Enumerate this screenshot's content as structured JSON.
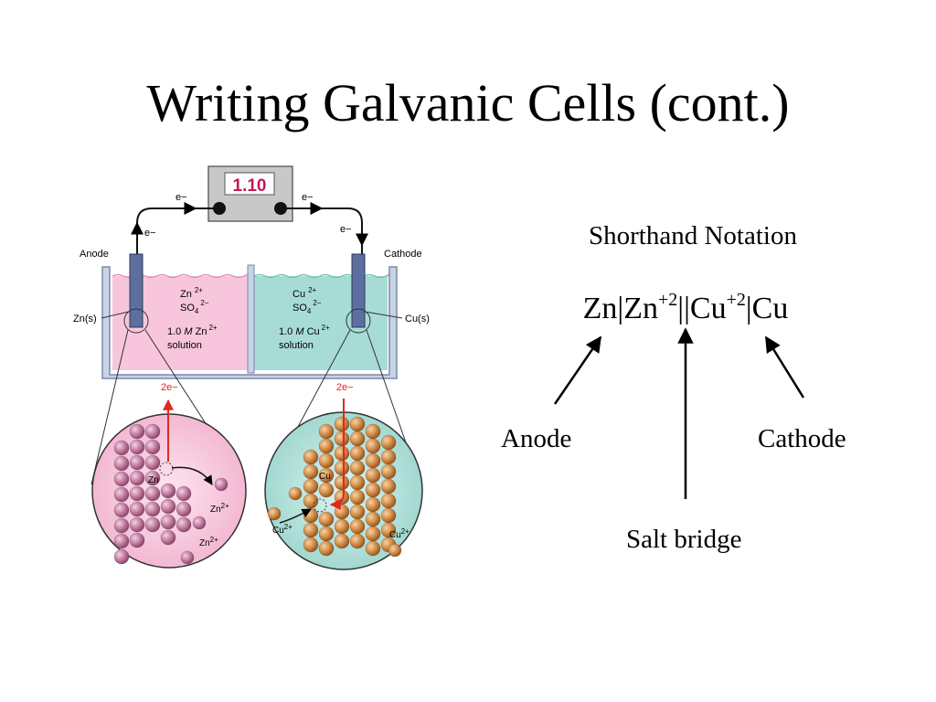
{
  "slide": {
    "title": "Writing Galvanic Cells (cont.)"
  },
  "diagram": {
    "voltmeter_reading": "1.10",
    "electron_label": "e−",
    "anode_label": "Anode",
    "cathode_label": "Cathode",
    "zn_electrode_label": "Zn(s)",
    "cu_electrode_label": "Cu(s)",
    "left_solution": {
      "ion1": "Zn",
      "ion1_charge": "2+",
      "ion2": "SO",
      "ion2_sub": "4",
      "ion2_charge": "2−",
      "conc_prefix": "1.0",
      "conc_unit": "M",
      "conc_ion": "Zn",
      "conc_charge": "2+",
      "word": "solution"
    },
    "right_solution": {
      "ion1": "Cu",
      "ion1_charge": "2+",
      "ion2": "SO",
      "ion2_sub": "4",
      "ion2_charge": "2−",
      "conc_prefix": "1.0",
      "conc_unit": "M",
      "conc_ion": "Cu",
      "conc_charge": "2+",
      "word": "solution"
    },
    "left_zoom": {
      "electrons": "2e−",
      "atom": "Zn",
      "ion_label": "Zn",
      "ion_charge": "2+"
    },
    "right_zoom": {
      "electrons": "2e−",
      "atom": "Cu",
      "ion_label": "Cu",
      "ion_charge": "2+"
    }
  },
  "notation": {
    "title": "Shorthand Notation",
    "p1": "Zn|Zn",
    "sup1": "+2",
    "p2": "||Cu",
    "sup2": "+2",
    "p3": "|Cu",
    "anode": "Anode",
    "cathode": "Cathode",
    "salt_bridge": "Salt bridge"
  },
  "colors": {
    "zn_solution": "#f7c6dc",
    "cu_solution": "#a7dcd6",
    "zn_atom": "#c27aa0",
    "cu_atom": "#d28a44",
    "electron_arrow": "#e0271f",
    "electrode": "#5d6f9e"
  }
}
